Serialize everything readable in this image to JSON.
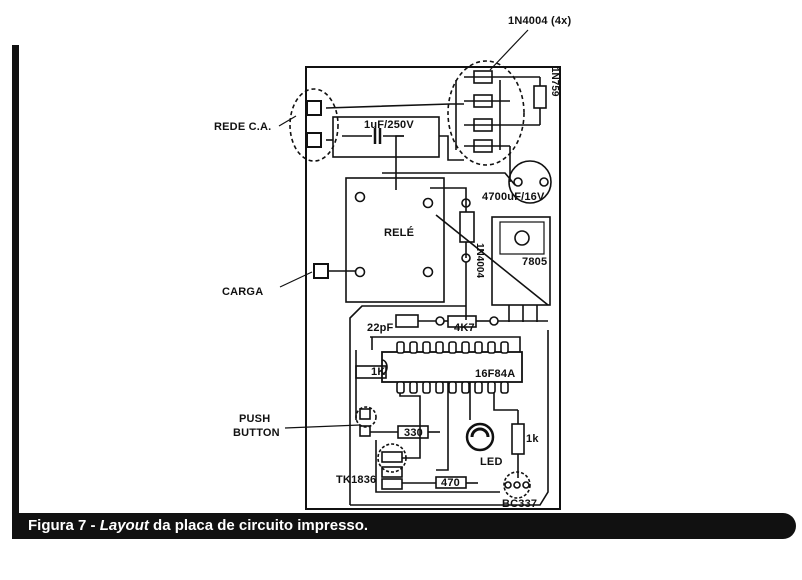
{
  "labels": {
    "diodes": "1N4004 (4x)",
    "zener": "1N759",
    "mains": "REDE C.A.",
    "cap_ac": "1uF/250V",
    "cap_filter": "4700uF/16V",
    "relay": "RELÉ",
    "relay_diode": "1N4004",
    "regulator": "7805",
    "load": "CARGA",
    "cap_22p": "22pF",
    "res_4k7": "4K7",
    "res_1k_left": "1K",
    "mcu": "16F84A",
    "push_line1": "PUSH",
    "push_line2": "BUTTON",
    "res_330": "330",
    "led": "LED",
    "res_1k_right": "1k",
    "tk": "TK1836",
    "res_470": "470",
    "transistor": "BC337"
  },
  "caption": {
    "prefix": "Figura 7 - ",
    "italic": "Layout",
    "suffix": " da placa de circuito impresso."
  }
}
